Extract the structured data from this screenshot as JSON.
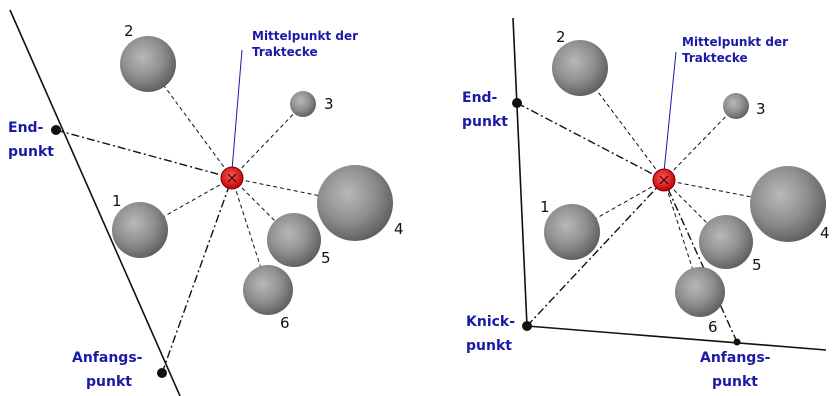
{
  "colors": {
    "label_blue": "#1a1aa8",
    "center_red": "#e21b1b",
    "stone_gray": "#8f8f8f",
    "line_black": "#111111"
  },
  "left_panel": {
    "annotation_line1": "Mittelpunkt der",
    "annotation_line2": "Traktecke",
    "end_label_line1": "End-",
    "end_label_line2": "punkt",
    "start_label_line1": "Anfangs-",
    "start_label_line2": "punkt",
    "stones": [
      "1",
      "2",
      "3",
      "4",
      "5",
      "6"
    ]
  },
  "right_panel": {
    "annotation_line1": "Mittelpunkt der",
    "annotation_line2": "Traktecke",
    "end_label_line1": "End-",
    "end_label_line2": "punkt",
    "knick_label_line1": "Knick-",
    "knick_label_line2": "punkt",
    "start_label_line1": "Anfangs-",
    "start_label_line2": "punkt",
    "stones": [
      "1",
      "2",
      "3",
      "4",
      "5",
      "6"
    ]
  }
}
